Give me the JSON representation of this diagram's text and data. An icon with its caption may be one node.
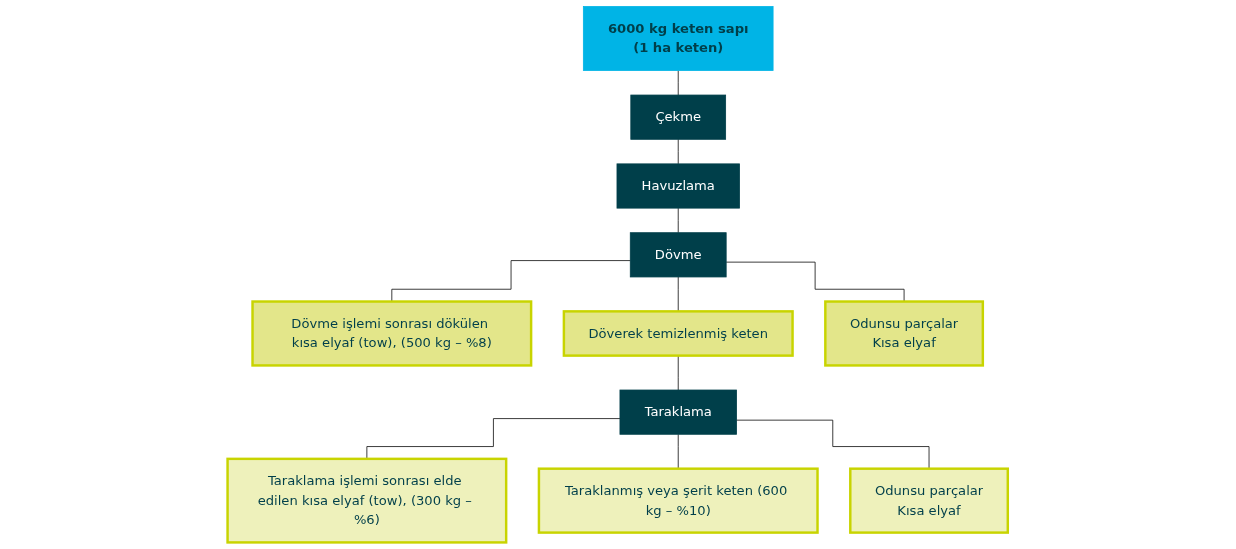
{
  "diagram": {
    "nodes": [
      {
        "text": [
          "6000 kg keten sapı",
          "(1 ha keten)"
        ]
      },
      {
        "text": [
          "Çekme"
        ]
      },
      {
        "text": [
          "Havuzlama"
        ]
      },
      {
        "text": [
          "Dövme"
        ]
      },
      {
        "text": [
          "Dövme işlemi sonrası dökülen kısa elyaf (tow), (500 kg – %8)"
        ]
      },
      {
        "text": [
          "Döverek temizlenmiş keten"
        ]
      },
      {
        "text": [
          "Odunsu parçalar",
          "Kısa elyaf"
        ]
      },
      {
        "text": [
          "Taraklama"
        ]
      },
      {
        "text": [
          "Taraklama işlemi sonrası elde edilen kısa elyaf (tow), (300 kg – %6)"
        ]
      },
      {
        "text": [
          "Taraklanmış veya şerit keten (600 kg – %10)"
        ]
      },
      {
        "text": [
          "Odunsu parçalar",
          "Kısa elyaf"
        ]
      }
    ],
    "edges": [
      {
        "from": 0,
        "to": 1,
        "arrow": "none"
      },
      {
        "from": 1,
        "to": 2,
        "arrow": "none"
      },
      {
        "from": 2,
        "to": 3,
        "arrow": "none"
      },
      {
        "from": 3,
        "to": 4,
        "arrow": "none"
      },
      {
        "from": 3,
        "to": 5,
        "arrow": "none"
      },
      {
        "from": 3,
        "to": 6,
        "arrow": "none"
      },
      {
        "from": 5,
        "to": 7,
        "arrow": "none"
      },
      {
        "from": 7,
        "to": 8,
        "arrow": "none"
      },
      {
        "from": 7,
        "to": 9,
        "arrow": "none"
      },
      {
        "from": 7,
        "to": 10,
        "arrow": "none"
      }
    ]
  }
}
